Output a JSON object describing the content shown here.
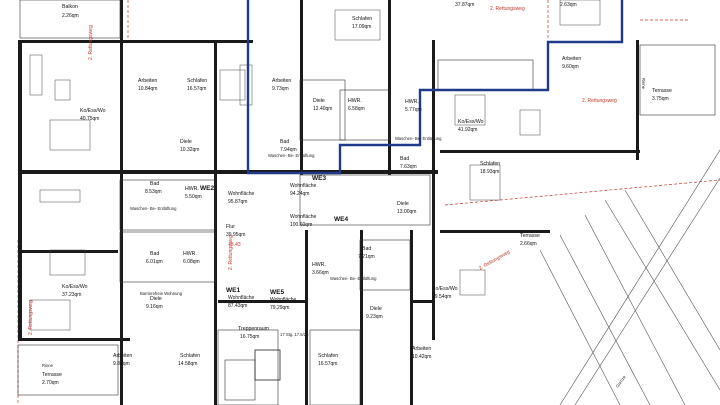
{
  "rooms": [
    {
      "id": "balkon",
      "name": "Balkon",
      "area": "2.26qm"
    },
    {
      "id": "arbeiten1",
      "name": "Arbeiten",
      "area": "10.84qm"
    },
    {
      "id": "schlafen1",
      "name": "Schlafen",
      "area": "16.57qm"
    },
    {
      "id": "kueche1",
      "name": "Ko/Ess/Wo",
      "area": "40.75qm"
    },
    {
      "id": "diele1",
      "name": "Diele",
      "area": "10.32qm"
    },
    {
      "id": "arbeiten2",
      "name": "Arbeiten",
      "area": "9.73qm"
    },
    {
      "id": "diele2",
      "name": "Diele",
      "area": "12.40qm"
    },
    {
      "id": "hwr1",
      "name": "HWR.",
      "area": "6.58qm"
    },
    {
      "id": "bad1",
      "name": "Bad",
      "area": "7.94qm"
    },
    {
      "id": "schlafen2",
      "name": "Schlafen",
      "area": "17.09qm"
    },
    {
      "id": "top1",
      "name": "",
      "area": "37.87qm"
    },
    {
      "id": "top2",
      "name": "",
      "area": "2.63qm"
    },
    {
      "id": "arbeiten3",
      "name": "Arbeiten",
      "area": "9.60qm"
    },
    {
      "id": "hwr2",
      "name": "HWR.",
      "area": "5.77qm"
    },
    {
      "id": "kueche2",
      "name": "Ko/Ess/Wo",
      "area": "41.92qm"
    },
    {
      "id": "terrasse1",
      "name": "Terrasse",
      "area": "3.75qm"
    },
    {
      "id": "bad2",
      "name": "Bad",
      "area": "7.63qm"
    },
    {
      "id": "schlafen3",
      "name": "Schlafen",
      "area": "18.93qm"
    },
    {
      "id": "bad3",
      "name": "Bad",
      "area": "8.53qm"
    },
    {
      "id": "hwr3",
      "name": "HWR.",
      "area": "5.50qm"
    },
    {
      "id": "diele3",
      "name": "Diele",
      "area": "13.00qm"
    },
    {
      "id": "flur",
      "name": "Flur",
      "area": "39.95qm"
    },
    {
      "id": "terrasse2",
      "name": "Terrasse",
      "area": "2.66qm"
    },
    {
      "id": "bad4",
      "name": "Bad",
      "area": "6.01qm"
    },
    {
      "id": "hwr4",
      "name": "HWR.",
      "area": "6.08qm"
    },
    {
      "id": "bad5",
      "name": "Bad",
      "area": "7.21qm"
    },
    {
      "id": "hwr5",
      "name": "HWR.",
      "area": "3.66qm"
    },
    {
      "id": "kueche3",
      "name": "Ko/Ess/Wo",
      "area": "37.23qm"
    },
    {
      "id": "kueche4",
      "name": "Ko/Ess/Wo",
      "area": "29.54qm"
    },
    {
      "id": "diele4",
      "name": "Diele",
      "area": "9.16qm"
    },
    {
      "id": "diele5",
      "name": "Diele",
      "area": "9.23qm"
    },
    {
      "id": "treppenraum",
      "name": "Treppenraum",
      "area": "16.75qm"
    },
    {
      "id": "arbeiten4",
      "name": "Arbeiten",
      "area": "9.87qm"
    },
    {
      "id": "schlafen4",
      "name": "Schlafen",
      "area": "14.58qm"
    },
    {
      "id": "schlafen5",
      "name": "Schlafen",
      "area": "16.57qm"
    },
    {
      "id": "arbeiten5",
      "name": "Arbeiten",
      "area": "10.42qm"
    },
    {
      "id": "terrasse3",
      "name": "Terrasse",
      "area": "2.70qm"
    }
  ],
  "units": [
    {
      "id": "we2",
      "name": "WE2",
      "label": "Wohnfläche",
      "area": "95.87qm"
    },
    {
      "id": "we3",
      "name": "WE3",
      "label": "Wohnfläche",
      "area": "94.24qm"
    },
    {
      "id": "we4",
      "name": "WE4",
      "label": "Wohnfläche",
      "area": "100.60qm"
    },
    {
      "id": "we1",
      "name": "WE1",
      "label": "Wohnfläche",
      "area": "87.43qm"
    },
    {
      "id": "we5",
      "name": "WE5",
      "label": "Wohnfläche",
      "area": "79.29qm"
    }
  ],
  "annotations": {
    "rettungsweg": "2. Rettungsweg",
    "barrierefrei": "Barrierefreie Wohnung",
    "flur_level": "+3.43",
    "waschen": "Waschen- Be- Entlüftung",
    "grenze": "Grenze",
    "rinne": "Rinne",
    "stairs": "17 Stg. 17.5/28"
  },
  "colors": {
    "highlight": "#1f3a8a",
    "escape": "#c0392b",
    "wall": "#1a1a1a"
  }
}
